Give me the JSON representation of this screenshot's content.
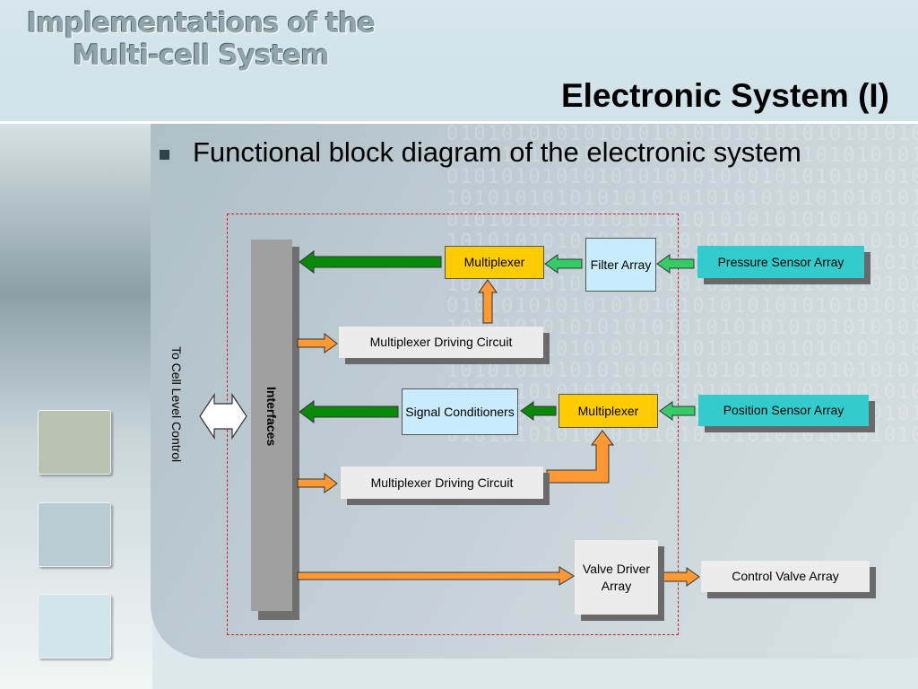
{
  "header": {
    "section_title": "Implementations of the Multi-cell System",
    "slide_title": "Electronic System (I)"
  },
  "bullet": {
    "text": "Functional block diagram of the electronic system"
  },
  "diagram": {
    "interfaces_label": "Interfaces",
    "side_label": "To Cell Level Control",
    "blocks": {
      "multiplexer_top": "Multiplexer",
      "filter_array": "Filter Array",
      "pressure_sensor_array": "Pressure Sensor Array",
      "mux_driving_circuit_1": "Multiplexer Driving Circuit",
      "signal_conditioners": "Signal Conditioners",
      "multiplexer_mid": "Multiplexer",
      "position_sensor_array": "Position Sensor Array",
      "mux_driving_circuit_2": "Multiplexer Driving Circuit",
      "valve_driver_array": "Valve Driver Array",
      "control_valve_array": "Control Valve Array"
    },
    "colors": {
      "multiplexer": "#ffcc00",
      "filter_signal": "#c8ecfb",
      "sensor_array": "#33cccc",
      "circuit_block": "#ececec",
      "interfaces_bar": "#a0a0a0",
      "arrow_dark_green": "#0a8a0a",
      "arrow_light_green": "#33cc66",
      "arrow_orange": "#ff9933",
      "frame": "#d02020"
    }
  }
}
